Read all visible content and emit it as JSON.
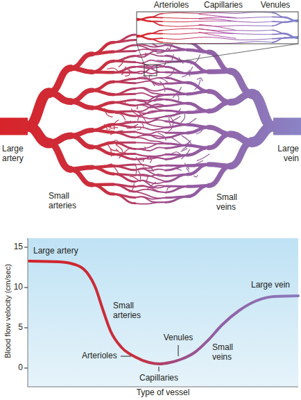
{
  "diagram": {
    "labels": [
      "Arterioles",
      "Capillaries",
      "Venules",
      "Large artery",
      "Small arteries",
      "Small veins",
      "Large vein",
      "15",
      "10",
      "5",
      "0",
      "Blood flow velocity (cm/sec)",
      "Large artery",
      "Small arteries",
      "Arterioles",
      "Venules",
      "Small veins",
      "Capillaries",
      "Large vein",
      "Type of vessel"
    ]
  }
}
